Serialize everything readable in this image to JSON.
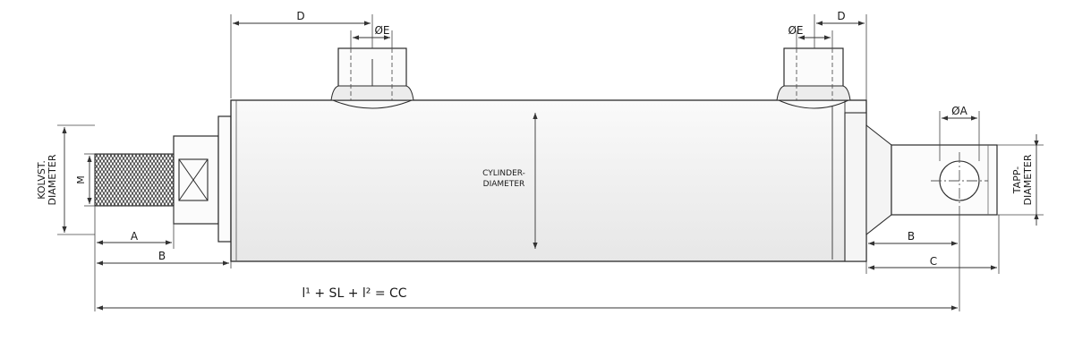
{
  "labels": {
    "d_left": "D",
    "d_right": "D",
    "e_left": "ØE",
    "e_right": "ØE",
    "a_right": "ØA",
    "kolvst": "KOLVST.",
    "kolvst_diameter": "DIAMETER",
    "m": "M",
    "cylinder": "CYLINDER-",
    "cylinder_diameter": "DIAMETER",
    "tapp": "TAPP-",
    "tapp_diameter": "DIAMETER",
    "a_left": "A",
    "b_left": "B",
    "b_right": "B",
    "c_right": "C",
    "formula": "l¹ + SL + l² = CC"
  }
}
